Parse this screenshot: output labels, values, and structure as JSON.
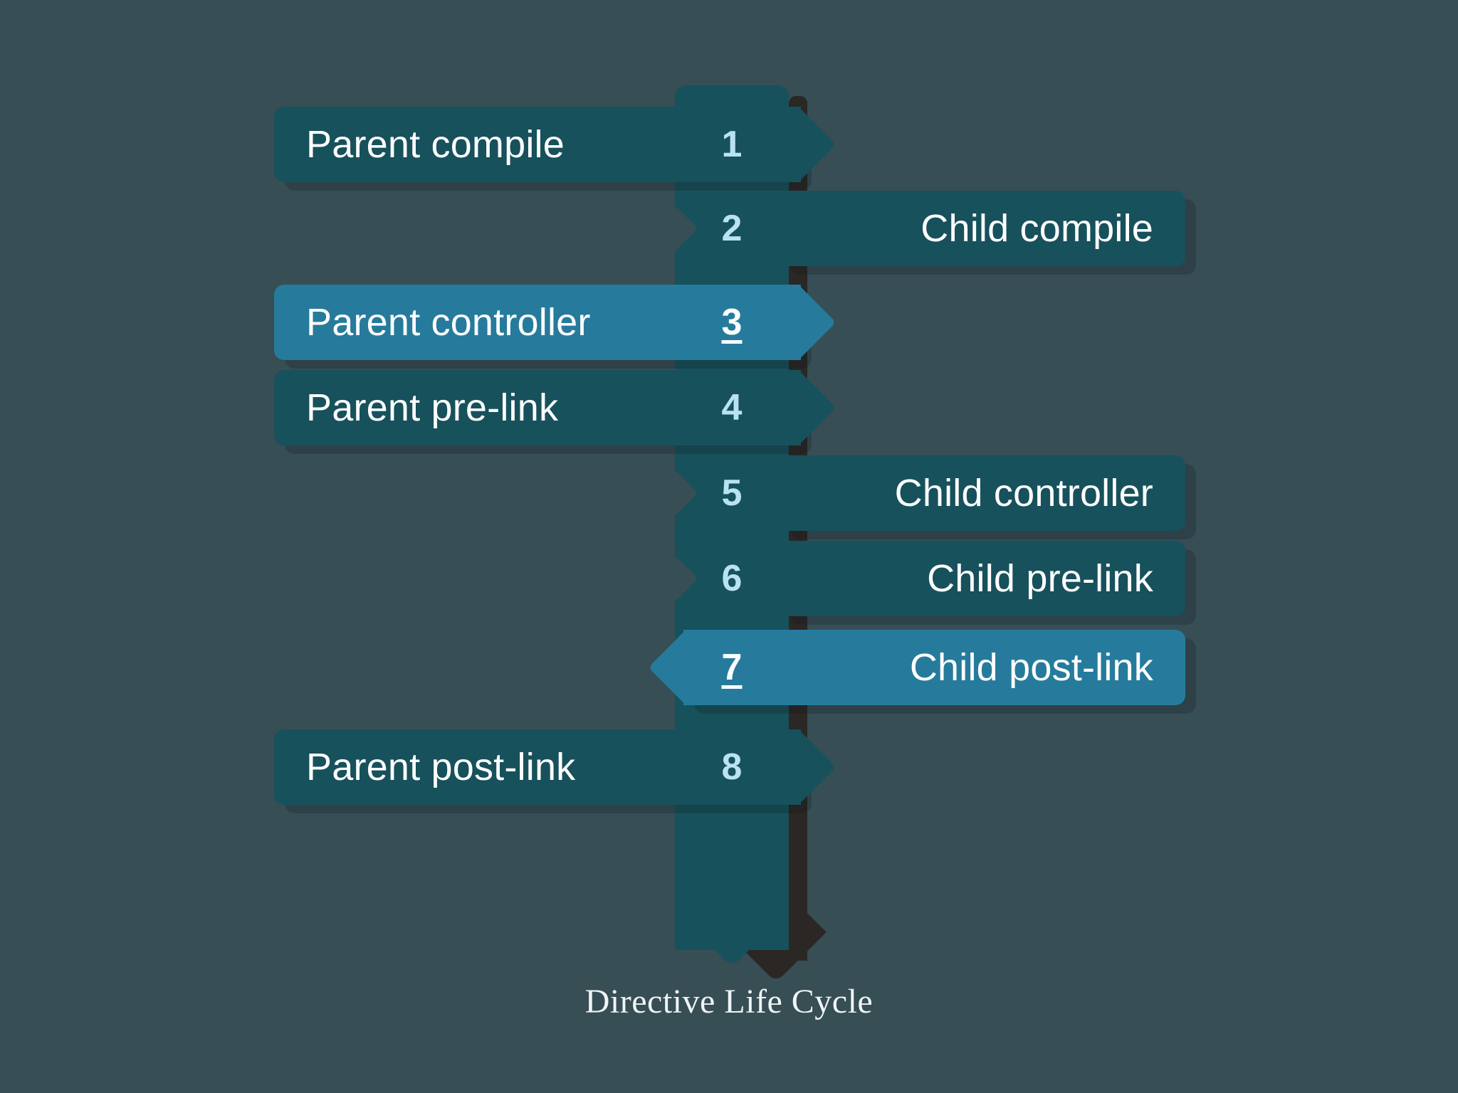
{
  "diagram": {
    "caption": "Directive Life Cycle",
    "colors": {
      "background": "#374e55",
      "bar": "#17515c",
      "highlight": "#267b9c",
      "spine": "#17515c",
      "shadow": "#2a2724",
      "number": "#b9e2f2",
      "number_highlight": "#ffffff",
      "label": "#ffffff",
      "caption": "#f0f4f5"
    },
    "steps": [
      {
        "number": "1",
        "label": "Parent compile",
        "side": "left",
        "highlighted": false
      },
      {
        "number": "2",
        "label": "Child compile",
        "side": "right",
        "highlighted": false
      },
      {
        "number": "3",
        "label": "Parent controller",
        "side": "left",
        "highlighted": true
      },
      {
        "number": "4",
        "label": "Parent pre-link",
        "side": "left",
        "highlighted": false
      },
      {
        "number": "5",
        "label": "Child controller",
        "side": "right",
        "highlighted": false
      },
      {
        "number": "6",
        "label": "Child pre-link",
        "side": "right",
        "highlighted": false
      },
      {
        "number": "7",
        "label": "Child post-link",
        "side": "right",
        "highlighted": true
      },
      {
        "number": "8",
        "label": "Parent post-link",
        "side": "left",
        "highlighted": false
      }
    ]
  }
}
